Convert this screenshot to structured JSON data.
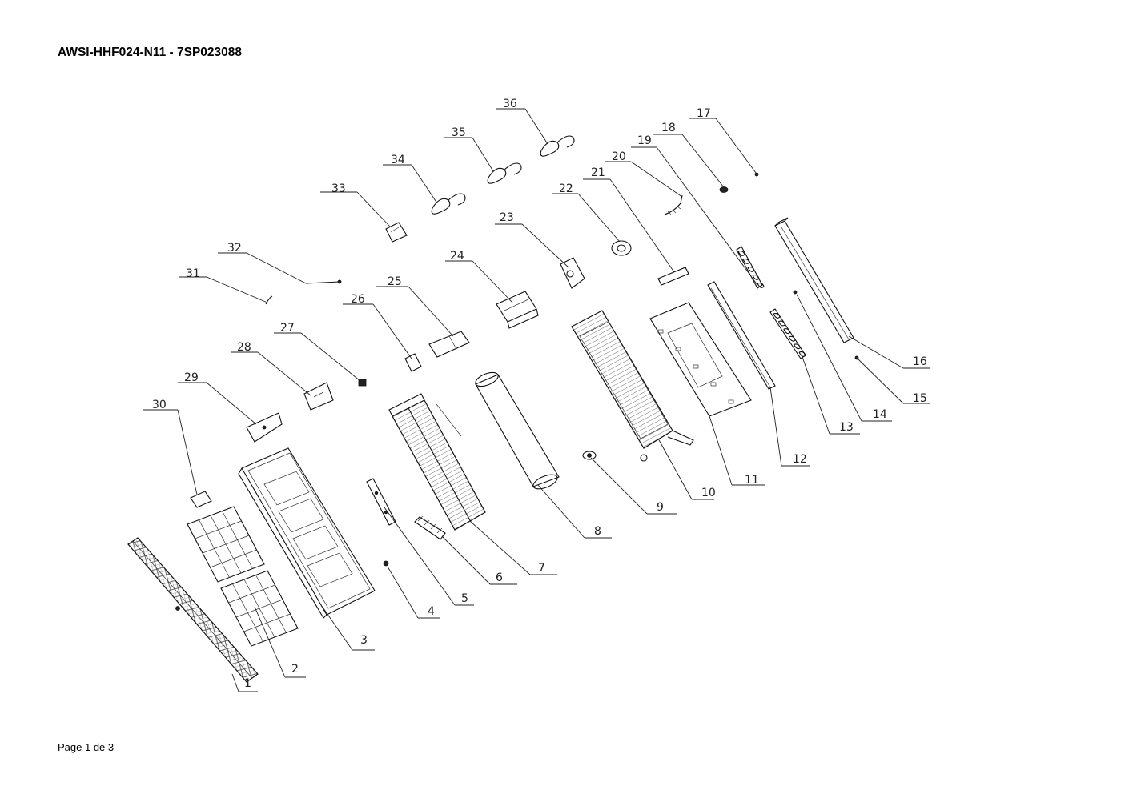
{
  "document": {
    "title": "AWSI-HHF024-N11 - 7SP023088",
    "footer": "Page 1 de 3"
  },
  "diagram": {
    "callouts": [
      {
        "id": "part-1",
        "label": "1"
      },
      {
        "id": "part-2",
        "label": "2"
      },
      {
        "id": "part-3",
        "label": "3"
      },
      {
        "id": "part-4",
        "label": "4"
      },
      {
        "id": "part-5",
        "label": "5"
      },
      {
        "id": "part-6",
        "label": "6"
      },
      {
        "id": "part-7",
        "label": "7"
      },
      {
        "id": "part-8",
        "label": "8"
      },
      {
        "id": "part-9",
        "label": "9"
      },
      {
        "id": "part-10",
        "label": "10"
      },
      {
        "id": "part-11",
        "label": "11"
      },
      {
        "id": "part-12",
        "label": "12"
      },
      {
        "id": "part-13",
        "label": "13"
      },
      {
        "id": "part-14",
        "label": "14"
      },
      {
        "id": "part-15",
        "label": "15"
      },
      {
        "id": "part-16",
        "label": "16"
      },
      {
        "id": "part-17",
        "label": "17"
      },
      {
        "id": "part-18",
        "label": "18"
      },
      {
        "id": "part-19",
        "label": "19"
      },
      {
        "id": "part-20",
        "label": "20"
      },
      {
        "id": "part-21",
        "label": "21"
      },
      {
        "id": "part-22",
        "label": "22"
      },
      {
        "id": "part-23",
        "label": "23"
      },
      {
        "id": "part-24",
        "label": "24"
      },
      {
        "id": "part-25",
        "label": "25"
      },
      {
        "id": "part-26",
        "label": "26"
      },
      {
        "id": "part-27",
        "label": "27"
      },
      {
        "id": "part-28",
        "label": "28"
      },
      {
        "id": "part-29",
        "label": "29"
      },
      {
        "id": "part-30",
        "label": "30"
      },
      {
        "id": "part-31",
        "label": "31"
      },
      {
        "id": "part-32",
        "label": "32"
      },
      {
        "id": "part-33",
        "label": "33"
      },
      {
        "id": "part-34",
        "label": "34"
      },
      {
        "id": "part-35",
        "label": "35"
      },
      {
        "id": "part-36",
        "label": "36"
      }
    ]
  }
}
